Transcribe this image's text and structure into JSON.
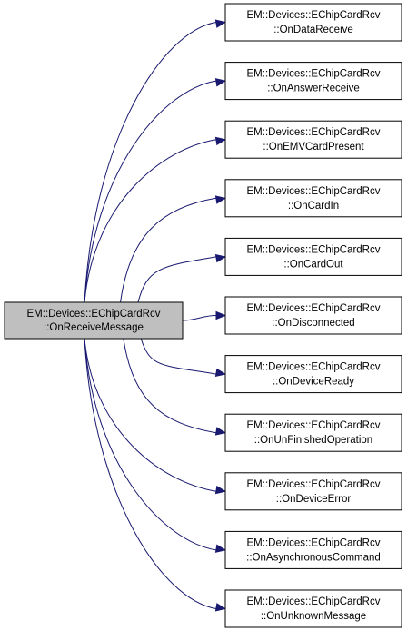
{
  "colors": {
    "source_fill": "#bfbfbf",
    "target_fill": "#ffffff",
    "edge": "#191970"
  },
  "source": {
    "line1": "EM::Devices::EChipCardRcv",
    "line2": "::OnReceiveMessage"
  },
  "targets": [
    {
      "line1": "EM::Devices::EChipCardRcv",
      "line2": "::OnDataReceive"
    },
    {
      "line1": "EM::Devices::EChipCardRcv",
      "line2": "::OnAnswerReceive"
    },
    {
      "line1": "EM::Devices::EChipCardRcv",
      "line2": "::OnEMVCardPresent"
    },
    {
      "line1": "EM::Devices::EChipCardRcv",
      "line2": "::OnCardIn"
    },
    {
      "line1": "EM::Devices::EChipCardRcv",
      "line2": "::OnCardOut"
    },
    {
      "line1": "EM::Devices::EChipCardRcv",
      "line2": "::OnDisconnected"
    },
    {
      "line1": "EM::Devices::EChipCardRcv",
      "line2": "::OnDeviceReady"
    },
    {
      "line1": "EM::Devices::EChipCardRcv",
      "line2": "::OnUnFinishedOperation"
    },
    {
      "line1": "EM::Devices::EChipCardRcv",
      "line2": "::OnDeviceError"
    },
    {
      "line1": "EM::Devices::EChipCardRcv",
      "line2": "::OnAsynchronousCommand"
    },
    {
      "line1": "EM::Devices::EChipCardRcv",
      "line2": "::OnUnknownMessage"
    }
  ]
}
